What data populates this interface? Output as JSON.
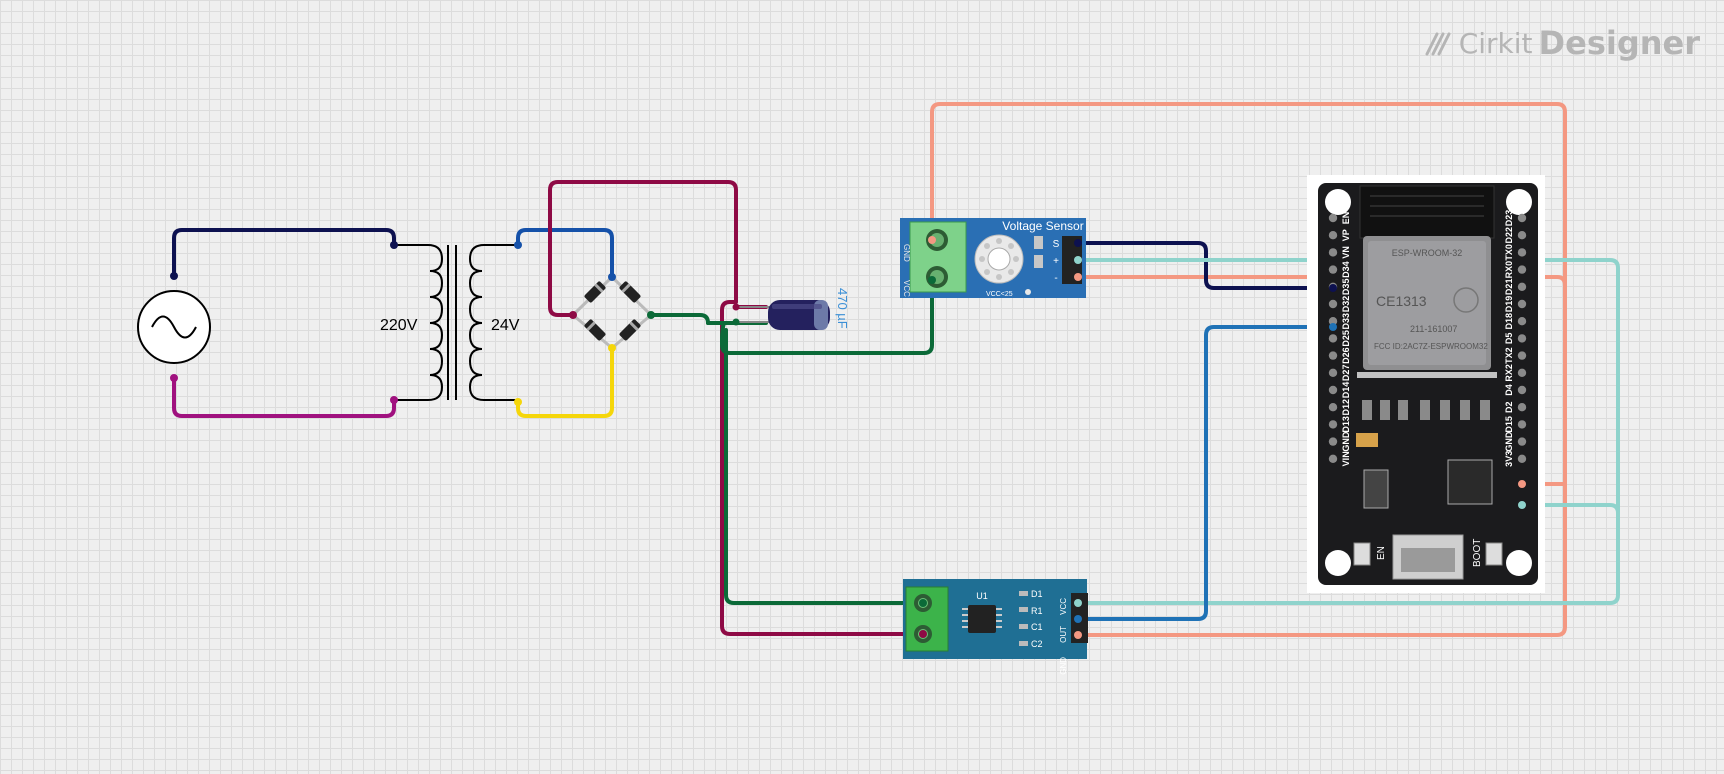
{
  "brand": {
    "name": "Cirkit",
    "product": "Designer",
    "icon": "cirkit-logo-icon"
  },
  "transformer": {
    "primary": "220V",
    "secondary": "24V"
  },
  "capacitor": {
    "value": "470 µF"
  },
  "voltage_sensor": {
    "title": "Voltage Sensor",
    "note": "VCC<25",
    "terminal_labels": [
      "GND",
      "VCC"
    ],
    "pins": [
      "S",
      "+",
      "-"
    ]
  },
  "current_sensor": {
    "ic_label": "U1",
    "leds": [
      "D1",
      "R1",
      "C1",
      "C2"
    ],
    "pins": [
      "VCC",
      "OUT",
      "GND"
    ]
  },
  "esp32": {
    "module_text": [
      "ESP-WROOM-32",
      "CE1313",
      "211-161007",
      "FCC ID:2AC7Z-ESPWROOM32"
    ],
    "left_pins": [
      "EN",
      "VP",
      "VN",
      "D34",
      "D35",
      "D32",
      "D33",
      "D25",
      "D26",
      "D27",
      "D14",
      "D12",
      "D13",
      "GND",
      "VIN"
    ],
    "right_pins": [
      "D23",
      "D22",
      "TX0",
      "RX0",
      "D21",
      "D19",
      "D18",
      "D5",
      "TX2",
      "RX2",
      "D4",
      "D2",
      "D15",
      "GND",
      "3V3"
    ],
    "buttons": [
      "EN",
      "BOOT"
    ]
  },
  "colors": {
    "navy": "#0d1150",
    "magenta": "#a0117f",
    "blue": "#1551a9",
    "yellow": "#f5d60a",
    "crimson": "#8e0a45",
    "green": "#0b6a38",
    "salmon": "#f49882",
    "teal": "#8fd3cc",
    "sensor_blue": "#2a6fb4",
    "dark_teal": "#1f6f94",
    "wire_blue": "#1f72b6"
  }
}
